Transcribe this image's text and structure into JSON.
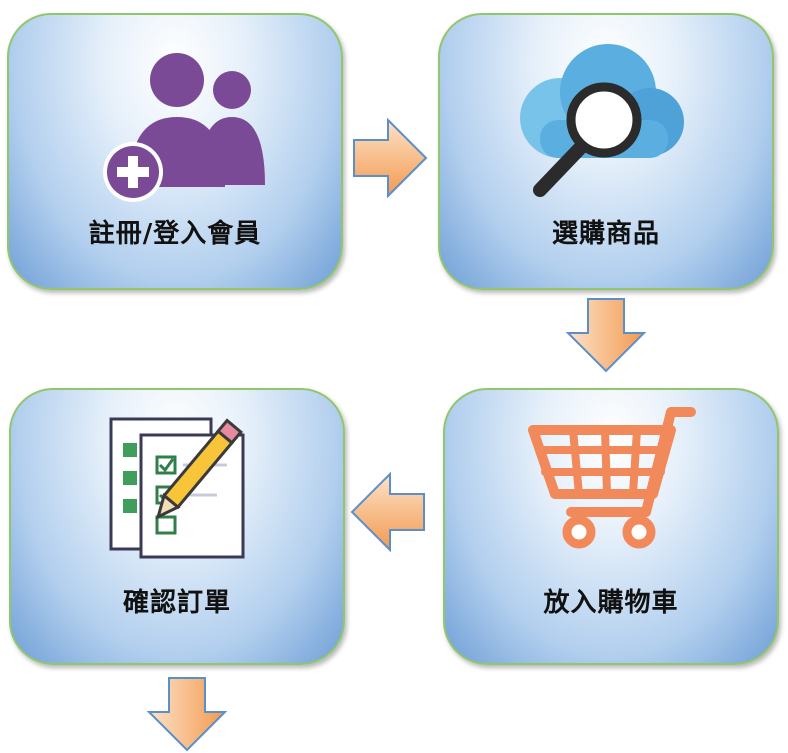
{
  "steps": [
    {
      "label": "註冊/登入會員",
      "icon": "add-member-icon"
    },
    {
      "label": "選購商品",
      "icon": "cloud-search-icon"
    },
    {
      "label": "放入購物車",
      "icon": "shopping-cart-icon"
    },
    {
      "label": "確認訂單",
      "icon": "checklist-pencil-icon"
    }
  ],
  "colors": {
    "box_border": "#92c66c",
    "box_fill": "#b2cfee",
    "arrow_fill": "#f6a05a",
    "member_purple": "#7a4a97",
    "cloud_blue": "#5aaee0",
    "cart_orange": "#f2895a"
  }
}
